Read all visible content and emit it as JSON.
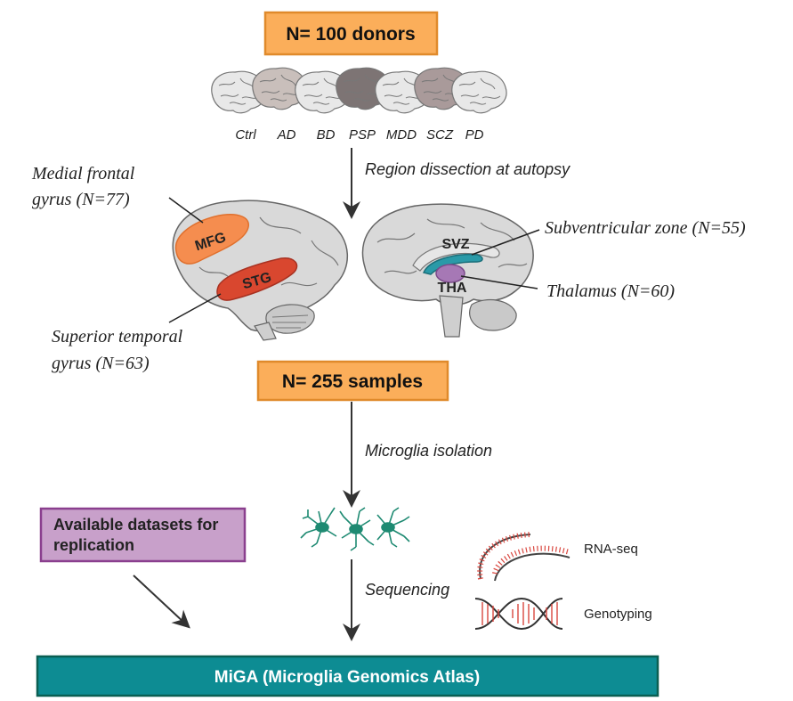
{
  "donors_box": {
    "label": "N= 100 donors"
  },
  "donor_groups": [
    {
      "label": "Ctrl",
      "color": "#e8e8e8"
    },
    {
      "label": "AD",
      "color": "#c9bfbb"
    },
    {
      "label": "BD",
      "color": "#e8e8e8"
    },
    {
      "label": "PSP",
      "color": "#7d7474"
    },
    {
      "label": "MDD",
      "color": "#e8e8e8"
    },
    {
      "label": "SCZ",
      "color": "#a99a9a"
    },
    {
      "label": "PD",
      "color": "#e8e8e8"
    }
  ],
  "step_dissection": "Region dissection at autopsy",
  "regions": {
    "mfg": {
      "short": "MFG",
      "line1": "Medial frontal",
      "line2": "gyrus (N=77)",
      "color": "#f58d4f"
    },
    "stg": {
      "short": "STG",
      "line1": "Superior temporal",
      "line2": "gyrus (N=63)",
      "color": "#d9472f"
    },
    "svz": {
      "short": "SVZ",
      "full": "Subventricular zone (N=55)",
      "color": "#2a9aa8"
    },
    "tha": {
      "short": "THA",
      "full": "Thalamus (N=60)",
      "color": "#a678b5"
    }
  },
  "samples_box": {
    "label": "N= 255 samples"
  },
  "step_isolation": "Microglia isolation",
  "replication_box": {
    "line1": "Available datasets for",
    "line2": "replication"
  },
  "step_sequencing": "Sequencing",
  "outputs": {
    "rnaseq": "RNA-seq",
    "genotyping": "Genotyping"
  },
  "atlas_box": {
    "label": "MiGA (Microglia Genomics Atlas)"
  },
  "colors": {
    "orange_box": "#fbae5a",
    "orange_border": "#e08a2b",
    "purple_box": "#c8a0ca",
    "purple_border": "#8a3f8e",
    "teal_box": "#0d8c93",
    "teal_border": "#0a5f52",
    "microglia": "#1e8a72",
    "rna_red": "#d9473f"
  }
}
